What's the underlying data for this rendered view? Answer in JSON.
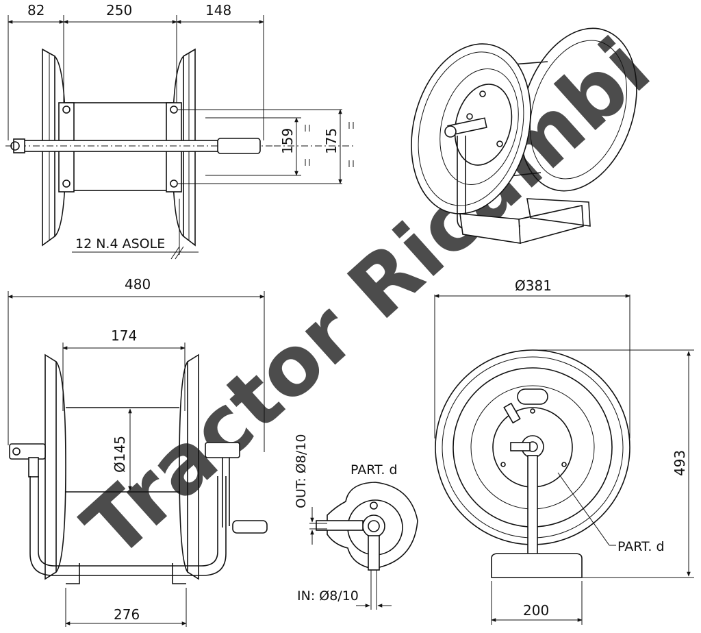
{
  "watermark": "Tractor Ricambi",
  "top_view": {
    "dims": {
      "left": "82",
      "middle": "250",
      "right": "148",
      "h1": "159",
      "h2": "175"
    },
    "label": "12 N.4 ASOLE"
  },
  "front_view": {
    "dims": {
      "width": "480",
      "drum_width": "174",
      "drum_dia": "Ø145",
      "base": "276"
    }
  },
  "detail_view": {
    "title": "PART. d",
    "out_label": "OUT: Ø8/10",
    "in_label": "IN: Ø8/10"
  },
  "side_view": {
    "dims": {
      "dia": "Ø381",
      "height": "493",
      "base": "200"
    },
    "callout": "PART. d"
  }
}
